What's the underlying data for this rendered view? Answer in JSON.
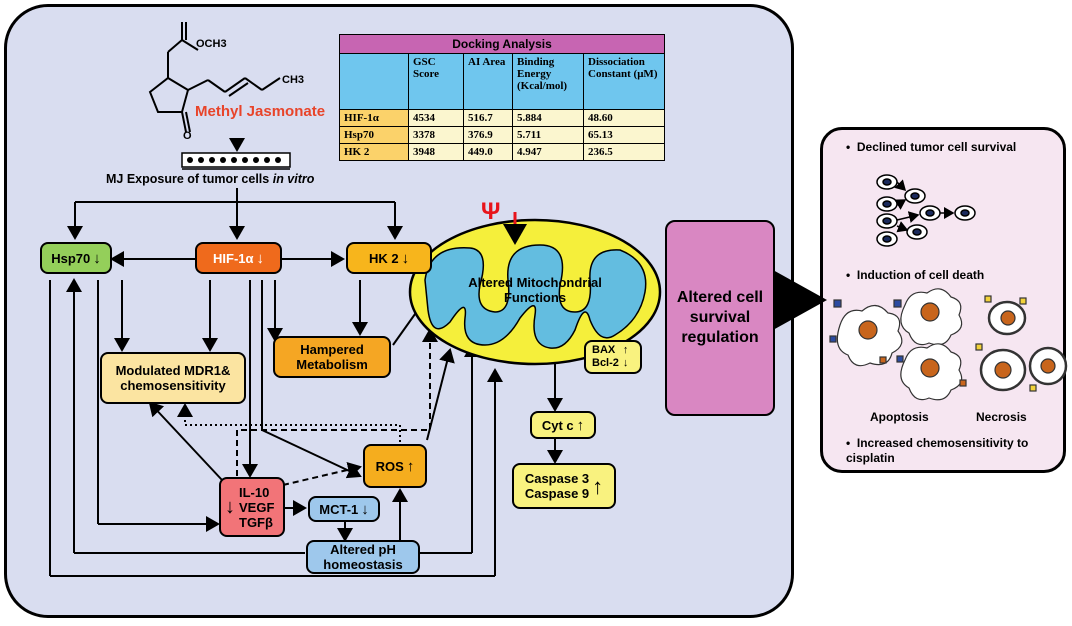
{
  "compound": {
    "name": "Methyl Jasmonate",
    "groups": {
      "methoxy": "OCH3",
      "methyl": "CH3",
      "oxygen": "O"
    },
    "exposure_label_prefix": "MJ Exposure of tumor cells",
    "exposure_label_italic": "in vitro"
  },
  "docking": {
    "title": "Docking Analysis",
    "headers": [
      "",
      "GSC Score",
      "AI Area",
      "Binding Energy (Kcal/mol)",
      "Dissociation Constant (μM)"
    ],
    "rows": [
      [
        "HIF-1α",
        "4534",
        "516.7",
        "5.884",
        "48.60"
      ],
      [
        "Hsp70",
        "3378",
        "376.9",
        "5.711",
        "65.13"
      ],
      [
        "HK 2",
        "3948",
        "449.0",
        "4.947",
        "236.5"
      ]
    ],
    "colors": {
      "title": "#c765b2",
      "header": "#6fc6ee",
      "body": "#fbf6cf",
      "label": "#fbd26a"
    }
  },
  "nodes": {
    "hsp70": "Hsp70",
    "hif": "HIF-1α",
    "hk2": "HK 2",
    "mdr1": "Modulated MDR1& chemosensitivity",
    "hampered": "Hampered Metabolism",
    "ros": "ROS",
    "cytokines": [
      "IL-10",
      "VEGF",
      "TGFβ"
    ],
    "mct": "MCT-1",
    "ph": "Altered pH homeostasis",
    "mito": "Altered Mitochondrial Functions",
    "psi": "Ψ",
    "bax": "BAX",
    "bcl": "Bcl-2",
    "cytc": "Cyt c",
    "caspases": [
      "Caspase 3",
      "Caspase 9"
    ],
    "survival": "Altered cell survival regulation"
  },
  "arrows": {
    "down": "↓",
    "up": "↑"
  },
  "outcomes": {
    "declined": "Declined tumor cell survival",
    "induction": "Induction of cell death",
    "apoptosis": "Apoptosis",
    "necrosis": "Necrosis",
    "chemo": "Increased chemosensitivity to cisplatin",
    "bullet": "•"
  },
  "colors": {
    "panel": "#d9ddf0",
    "hsp70": "#94cf5a",
    "hif": "#ef6a1c",
    "hk2": "#f7b51c",
    "mdr1": "#fbe4a1",
    "hampered": "#f5a623",
    "ros": "#f5ad1e",
    "cytokines": "#f27478",
    "mct": "#9ec8ec",
    "ph": "#9ec8ec",
    "mito_outer": "#f5ef3b",
    "mito_inner": "#63bde0",
    "yellow_small": "#f9f27f",
    "survival": "#d987c2",
    "right_panel": "#f6e6f1",
    "psi": "#e8141b"
  }
}
